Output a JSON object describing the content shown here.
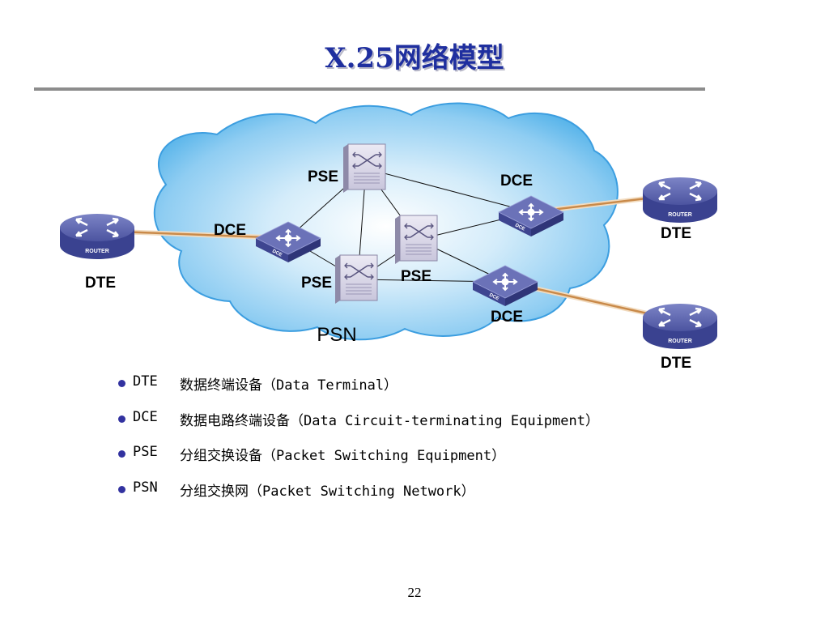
{
  "title": "X.25网络模型",
  "diagram": {
    "cloud_label": "PSN",
    "nodes": [
      {
        "id": "pse_top",
        "type": "switch",
        "label": "PSE"
      },
      {
        "id": "pse_mid",
        "type": "switch",
        "label": "PSE"
      },
      {
        "id": "pse_bot",
        "type": "switch",
        "label": "PSE"
      },
      {
        "id": "dce_left",
        "type": "dce",
        "label": "DCE",
        "device_text": "DCE"
      },
      {
        "id": "dce_right_top",
        "type": "dce",
        "label": "DCE",
        "device_text": "DCE"
      },
      {
        "id": "dce_right_bot",
        "type": "dce",
        "label": "DCE",
        "device_text": "DCE"
      },
      {
        "id": "dte_left",
        "type": "router",
        "label": "DTE",
        "device_text": "ROUTER"
      },
      {
        "id": "dte_right_top",
        "type": "router",
        "label": "DTE",
        "device_text": "ROUTER"
      },
      {
        "id": "dte_right_bot",
        "type": "router",
        "label": "DTE",
        "device_text": "ROUTER"
      }
    ],
    "links": [
      {
        "from": "dte_left",
        "to": "dce_left",
        "kind": "access"
      },
      {
        "from": "dte_right_top",
        "to": "dce_right_top",
        "kind": "access"
      },
      {
        "from": "dte_right_bot",
        "to": "dce_right_bot",
        "kind": "access"
      },
      {
        "from": "dce_left",
        "to": "pse_top",
        "kind": "trunk"
      },
      {
        "from": "dce_left",
        "to": "pse_bot",
        "kind": "trunk"
      },
      {
        "from": "pse_top",
        "to": "pse_mid",
        "kind": "trunk"
      },
      {
        "from": "pse_top",
        "to": "pse_bot",
        "kind": "trunk"
      },
      {
        "from": "pse_top",
        "to": "dce_right_top",
        "kind": "trunk"
      },
      {
        "from": "pse_mid",
        "to": "pse_bot",
        "kind": "trunk"
      },
      {
        "from": "pse_mid",
        "to": "dce_right_top",
        "kind": "trunk"
      },
      {
        "from": "pse_mid",
        "to": "dce_right_bot",
        "kind": "trunk"
      },
      {
        "from": "pse_bot",
        "to": "dce_right_bot",
        "kind": "trunk"
      }
    ],
    "colors": {
      "cloud": "#58b4ea",
      "device": "#5b63ad",
      "access_link": "#c98a4a"
    }
  },
  "legend": [
    {
      "abbr": "DTE",
      "text": "数据终端设备（Data Terminal）"
    },
    {
      "abbr": "DCE",
      "text": "数据电路终端设备（Data Circuit-terminating Equipment）"
    },
    {
      "abbr": "PSE",
      "text": "分组交换设备（Packet Switching Equipment）"
    },
    {
      "abbr": "PSN",
      "text": "分组交换网（Packet Switching Network）"
    }
  ],
  "page_number": "22"
}
